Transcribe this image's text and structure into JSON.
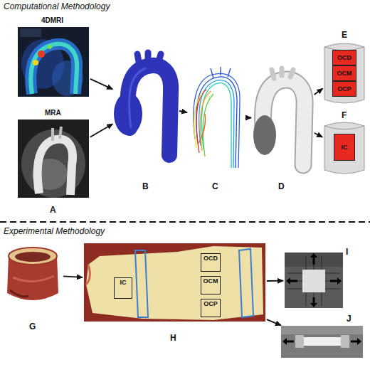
{
  "diagram": {
    "nodes": [
      {
        "text": [
          "4DMRI"
        ]
      },
      {
        "text": [
          "B"
        ]
      },
      {
        "text": [
          "C"
        ]
      },
      {
        "text": [
          "D"
        ]
      },
      {
        "text": [
          "E"
        ]
      },
      {
        "text": [
          "OCD"
        ],
        "in": 4
      },
      {
        "text": [
          "OCM"
        ],
        "in": 4
      },
      {
        "text": [
          "OCP"
        ],
        "in": 4
      },
      {
        "text": [
          "MRA"
        ]
      },
      {
        "text": [
          "F"
        ]
      },
      {
        "text": [
          "IC"
        ],
        "in": 9
      },
      {
        "text": [
          "G"
        ]
      },
      {
        "text": [
          "H"
        ]
      },
      {
        "text": [
          "IC"
        ],
        "in": 12
      },
      {
        "text": [
          "OCD"
        ],
        "in": 12
      },
      {
        "text": [
          "OCM"
        ],
        "in": 12
      },
      {
        "text": [
          "OCP"
        ],
        "in": 12
      },
      {
        "text": [
          "I"
        ]
      },
      {
        "text": [
          "J"
        ]
      }
    ],
    "edges": [
      {
        "from": 0,
        "to": 1,
        "arrow": "to"
      },
      {
        "from": 8,
        "to": 1,
        "arrow": "to"
      },
      {
        "from": 1,
        "to": 2,
        "arrow": "to"
      },
      {
        "from": 2,
        "to": 3,
        "arrow": "to"
      },
      {
        "from": 3,
        "to": 4,
        "arrow": "to"
      },
      {
        "from": 3,
        "to": 9,
        "arrow": "to"
      },
      {
        "from": 11,
        "to": 12,
        "arrow": "to"
      },
      {
        "from": 12,
        "to": 17,
        "arrow": "to"
      },
      {
        "from": 12,
        "to": 18,
        "arrow": "to"
      }
    ],
    "labels": [
      "Computational Methodology",
      "A",
      "Experimental Methodology"
    ]
  }
}
